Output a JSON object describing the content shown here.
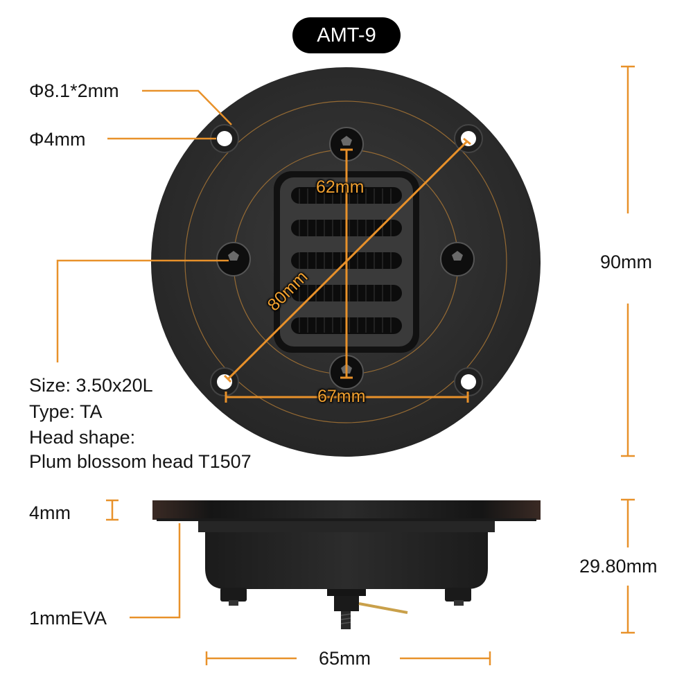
{
  "product": {
    "model": "AMT-9"
  },
  "top_view": {
    "callouts": {
      "mount_hole_recess": "Φ8.1*2mm",
      "mount_hole": "Φ4mm"
    },
    "screw_spec": {
      "size": "Size: 3.50x20L",
      "type": "Type: TA",
      "head_shape_label": "Head shape:",
      "head_shape_value": "Plum blossom head T1507"
    },
    "dimensions": {
      "screw_spacing_vertical": "62mm",
      "hole_diagonal": "80mm",
      "hole_spacing_horizontal": "67mm",
      "outer_diameter": "90mm"
    }
  },
  "side_view": {
    "flange_thickness": "4mm",
    "gasket": "1mmEVA",
    "total_depth": "29.80mm",
    "body_diameter": "65mm"
  },
  "colors": {
    "accent": "#e8912a",
    "plate": "#2f2f2f",
    "pill_bg": "#000000"
  }
}
